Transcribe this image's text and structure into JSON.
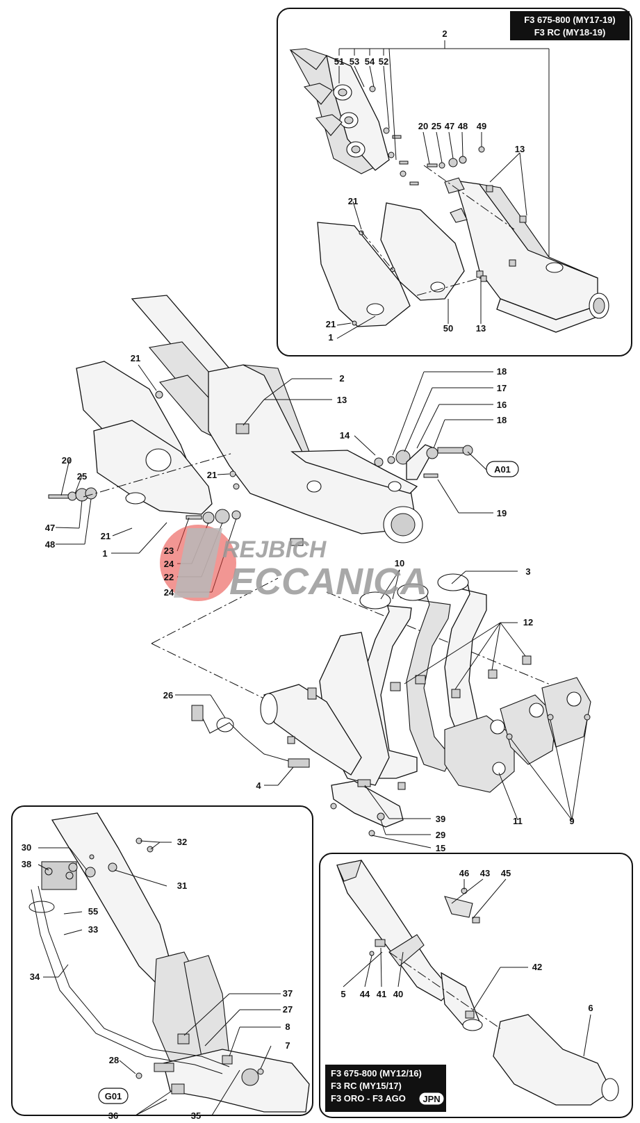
{
  "header_top": {
    "line1": "F3 675-800 (MY17-19)",
    "line2": "F3 RC (MY18-19)"
  },
  "header_bottom": {
    "line1": "F3 675-800 (MY12/16)",
    "line2": "F3 RC (MY15/17)",
    "line3": "F3 ORO - F3 AGO",
    "badge": "JPN"
  },
  "tags": {
    "a01": "A01",
    "g01": "G01"
  },
  "watermark": {
    "line1": "REJBICH",
    "line2": "ECCANICA"
  },
  "callouts": {
    "top_panel": [
      "2",
      "51",
      "53",
      "54",
      "52",
      "20",
      "25",
      "47",
      "48",
      "49",
      "13",
      "21",
      "21",
      "1",
      "50",
      "13"
    ],
    "main_view": [
      "21",
      "2",
      "13",
      "20",
      "25",
      "47",
      "48",
      "21",
      "21",
      "1",
      "23",
      "24",
      "22",
      "24",
      "14",
      "18",
      "17",
      "16",
      "18",
      "19",
      "10",
      "3",
      "12",
      "26",
      "4",
      "39",
      "29",
      "15",
      "11",
      "9"
    ],
    "bottom_left_panel": [
      "30",
      "32",
      "38",
      "31",
      "55",
      "33",
      "34",
      "37",
      "27",
      "8",
      "28",
      "7",
      "36",
      "35"
    ],
    "bottom_right_panel": [
      "46",
      "43",
      "45",
      "5",
      "44",
      "41",
      "40",
      "42",
      "6"
    ]
  }
}
